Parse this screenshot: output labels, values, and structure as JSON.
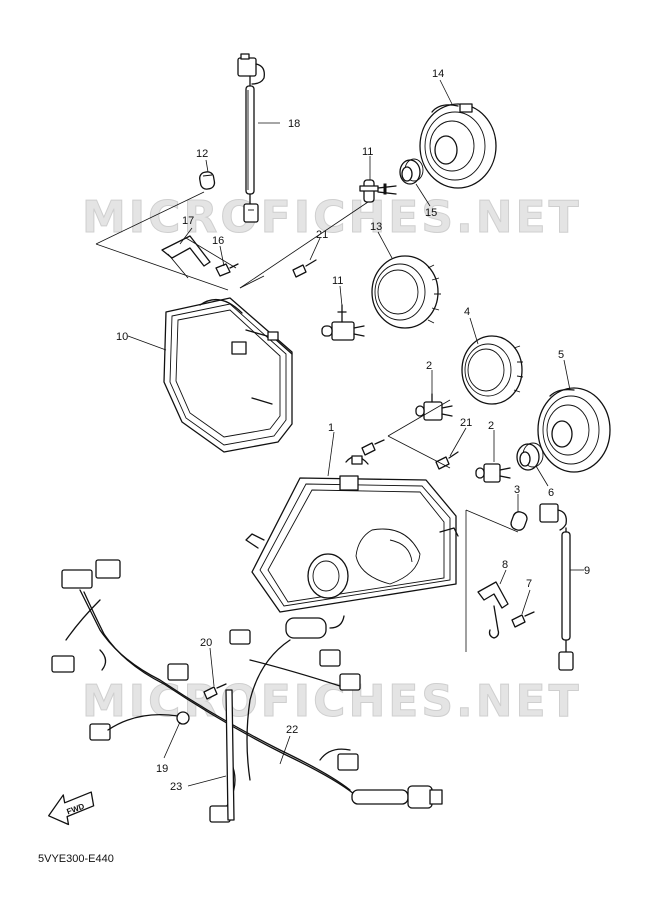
{
  "watermark": "MICROFICHES.NET",
  "diagram_code": "5VYE300-E440",
  "direction_label": "FWD",
  "callouts": [
    "1",
    "2",
    "2",
    "3",
    "4",
    "5",
    "6",
    "7",
    "8",
    "9",
    "10",
    "11",
    "11",
    "12",
    "13",
    "14",
    "15",
    "16",
    "17",
    "18",
    "19",
    "20",
    "21",
    "21",
    "22",
    "23"
  ]
}
